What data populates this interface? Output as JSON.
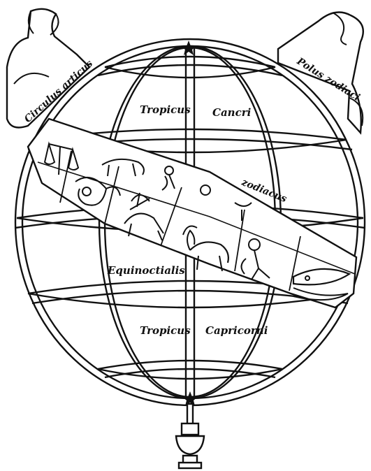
{
  "banners": {
    "left": "Circulus articus",
    "right": "Polus zodiaci"
  },
  "labels": {
    "tropic_top_left": "Tropicus",
    "tropic_top_right": "Cancri",
    "zodiac": "zodiacus",
    "equinoctial": "Equinoctialis",
    "tropic_bottom_left": "Tropicus",
    "tropic_bottom_right": "Capricorni"
  },
  "zodiac_signs": [
    "libra-sign-icon",
    "scorpio-sign-icon",
    "sagittarius-sign-icon",
    "capricorn-sign-icon",
    "aquarius-sign-icon",
    "pisces-sign-icon",
    "virgo-sign-icon",
    "leo-sign-icon",
    "cancer-sign-icon"
  ],
  "colors": {
    "ink": "#111111",
    "paper": "#ffffff"
  }
}
